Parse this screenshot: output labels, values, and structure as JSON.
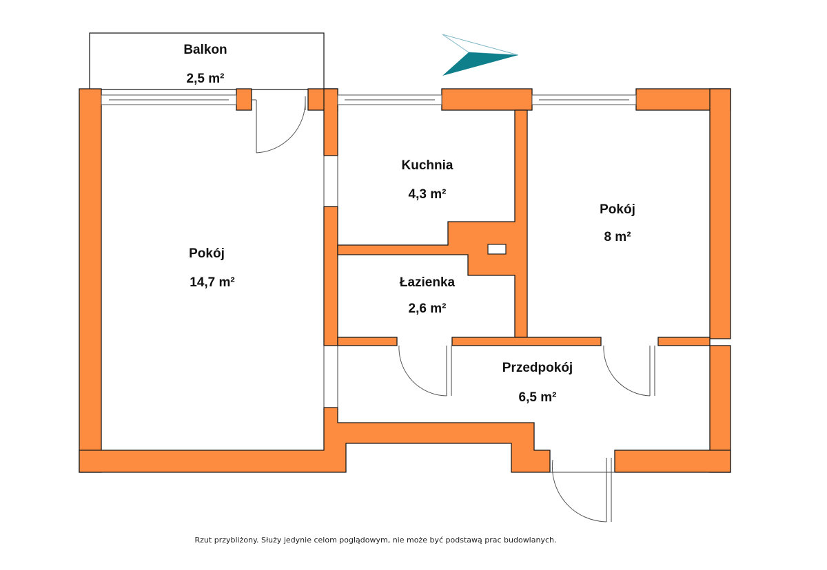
{
  "rooms": [
    {
      "id": "balkon",
      "name": "Balkon",
      "area": "2,5 m²"
    },
    {
      "id": "pokoj-duzy",
      "name": "Pokój",
      "area": "14,7 m²"
    },
    {
      "id": "kuchnia",
      "name": "Kuchnia",
      "area": "4,3 m²"
    },
    {
      "id": "lazienka",
      "name": "Łazienka",
      "area": "2,6 m²"
    },
    {
      "id": "pokoj-maly",
      "name": "Pokój",
      "area": "8 m²"
    },
    {
      "id": "przedpokoj",
      "name": "Przedpokój",
      "area": "6,5 m²"
    }
  ],
  "disclaimer": "Rzut przybliżony. Służy jedynie celom poglądowym, nie może być podstawą prac budowlanych.",
  "colors": {
    "wall": "#fd8c41",
    "compass": "#0f7f8c"
  }
}
